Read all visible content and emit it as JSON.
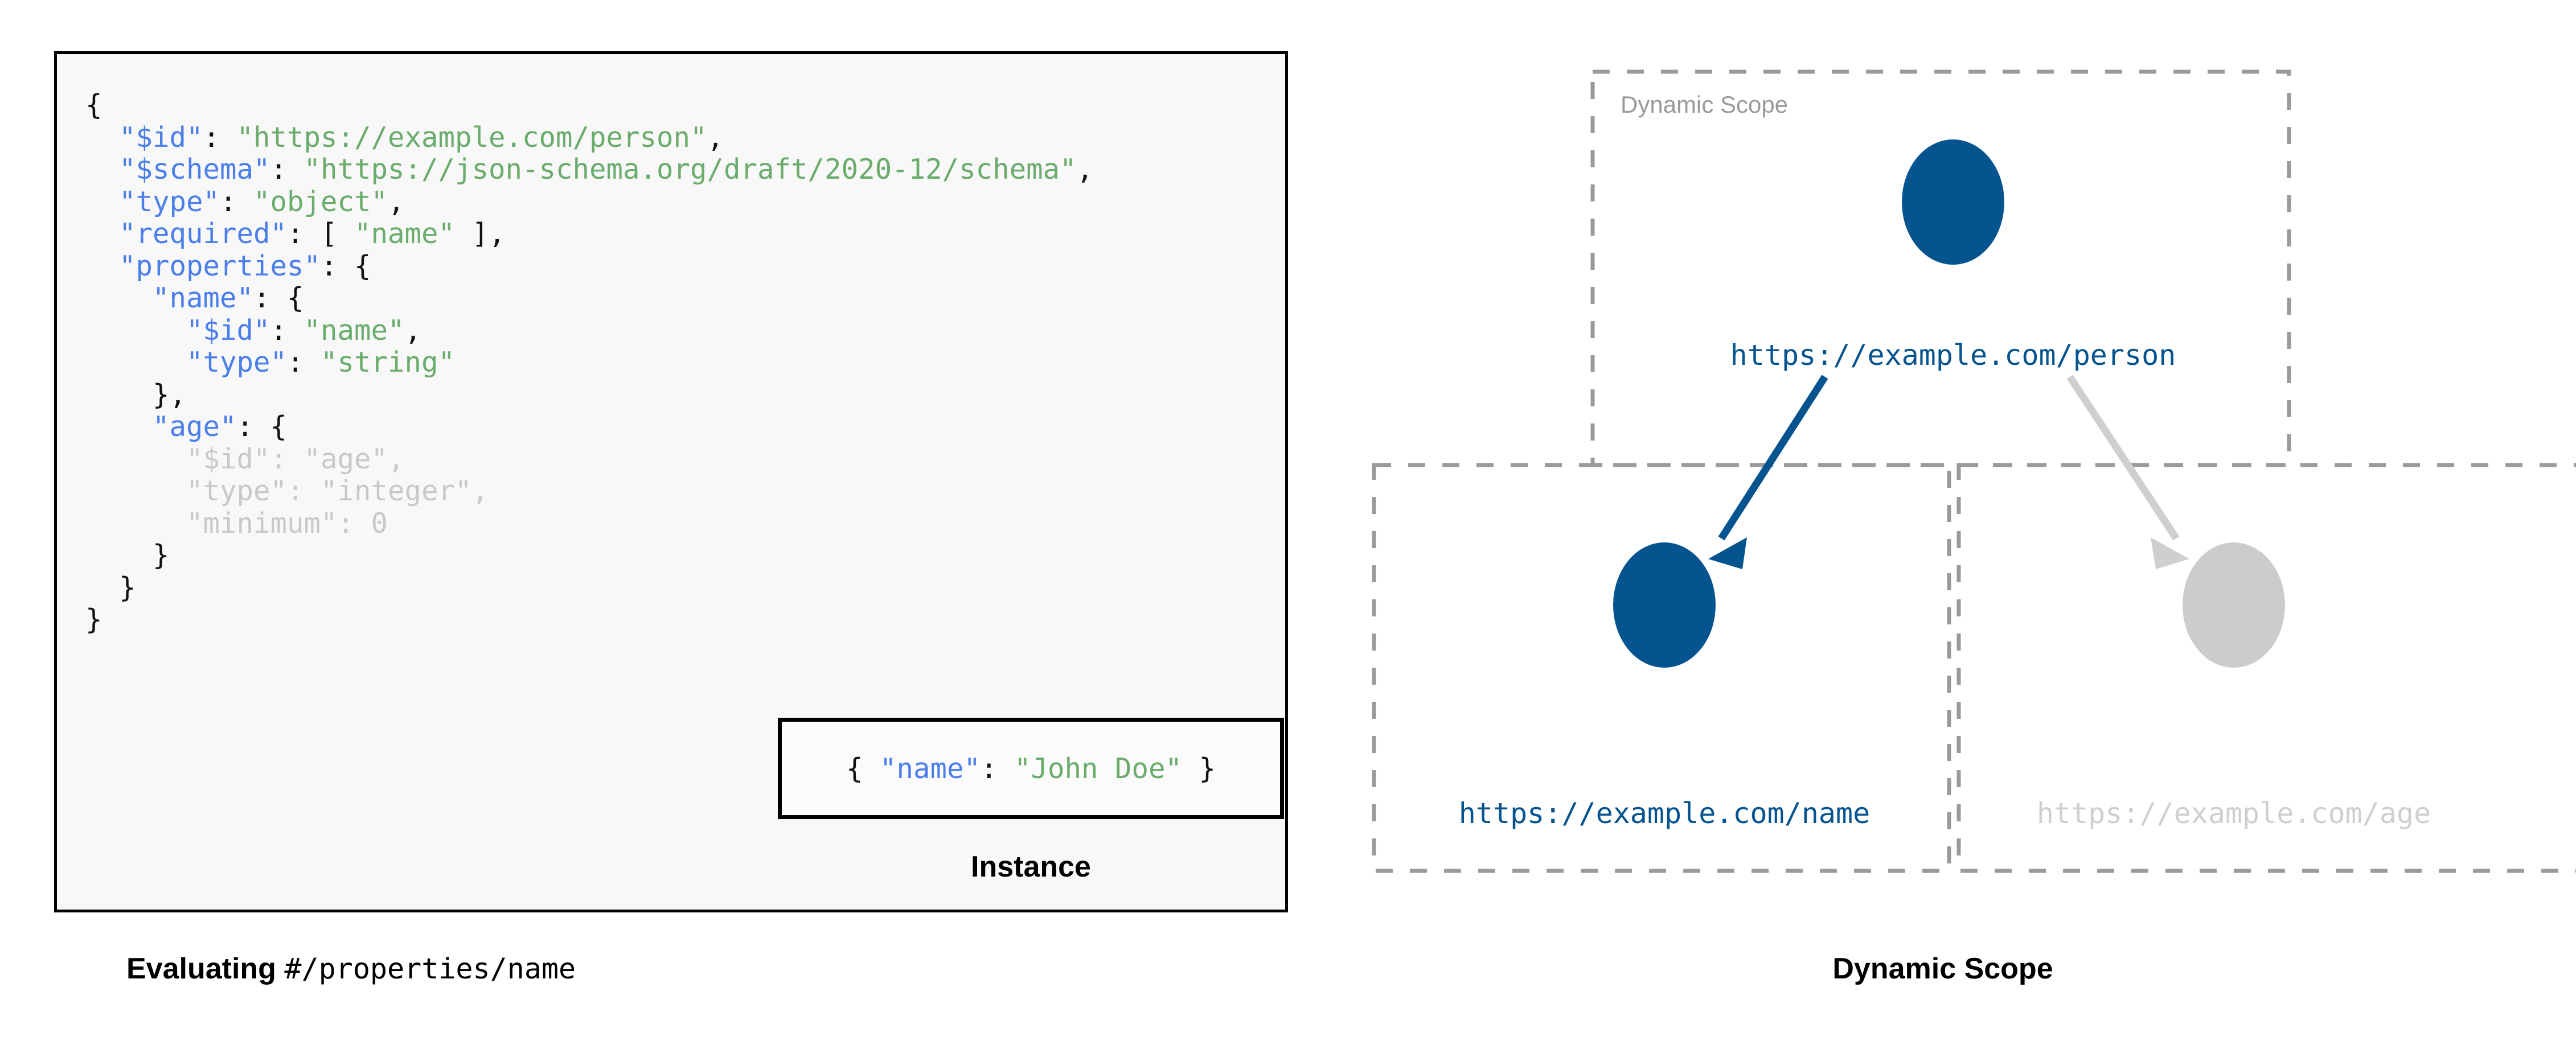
{
  "figure": {
    "left_caption_bold": "Evaluating",
    "left_caption_mono": "#/properties/name",
    "right_caption": "Dynamic Scope"
  },
  "schema_code": {
    "lines": [
      [
        {
          "t": "{",
          "c": "punct"
        }
      ],
      [
        {
          "t": "  ",
          "c": "punct"
        },
        {
          "t": "\"$id\"",
          "c": "key"
        },
        {
          "t": ": ",
          "c": "punct"
        },
        {
          "t": "\"https://example.com/person\"",
          "c": "str"
        },
        {
          "t": ",",
          "c": "punct"
        }
      ],
      [
        {
          "t": "  ",
          "c": "punct"
        },
        {
          "t": "\"$schema\"",
          "c": "key"
        },
        {
          "t": ": ",
          "c": "punct"
        },
        {
          "t": "\"https://json-schema.org/draft/2020-12/schema\"",
          "c": "str"
        },
        {
          "t": ",",
          "c": "punct"
        }
      ],
      [
        {
          "t": "  ",
          "c": "punct"
        },
        {
          "t": "\"type\"",
          "c": "key"
        },
        {
          "t": ": ",
          "c": "punct"
        },
        {
          "t": "\"object\"",
          "c": "str"
        },
        {
          "t": ",",
          "c": "punct"
        }
      ],
      [
        {
          "t": "  ",
          "c": "punct"
        },
        {
          "t": "\"required\"",
          "c": "key"
        },
        {
          "t": ": [ ",
          "c": "punct"
        },
        {
          "t": "\"name\"",
          "c": "str"
        },
        {
          "t": " ],",
          "c": "punct"
        }
      ],
      [
        {
          "t": "  ",
          "c": "punct"
        },
        {
          "t": "\"properties\"",
          "c": "key"
        },
        {
          "t": ": {",
          "c": "punct"
        }
      ],
      [
        {
          "t": "    ",
          "c": "punct"
        },
        {
          "t": "\"name\"",
          "c": "key"
        },
        {
          "t": ": {",
          "c": "punct"
        }
      ],
      [
        {
          "t": "      ",
          "c": "punct"
        },
        {
          "t": "\"$id\"",
          "c": "key"
        },
        {
          "t": ": ",
          "c": "punct"
        },
        {
          "t": "\"name\"",
          "c": "str"
        },
        {
          "t": ",",
          "c": "punct"
        }
      ],
      [
        {
          "t": "      ",
          "c": "punct"
        },
        {
          "t": "\"type\"",
          "c": "key"
        },
        {
          "t": ": ",
          "c": "punct"
        },
        {
          "t": "\"string\"",
          "c": "str"
        }
      ],
      [
        {
          "t": "    },",
          "c": "punct"
        }
      ],
      [
        {
          "t": "    ",
          "c": "punct"
        },
        {
          "t": "\"age\"",
          "c": "key"
        },
        {
          "t": ": {",
          "c": "punct"
        }
      ],
      [
        {
          "t": "      ",
          "c": "punct"
        },
        {
          "t": "\"$id\"",
          "c": "dim-key"
        },
        {
          "t": ": ",
          "c": "dim"
        },
        {
          "t": "\"age\"",
          "c": "dim-str"
        },
        {
          "t": ",",
          "c": "dim"
        }
      ],
      [
        {
          "t": "      ",
          "c": "punct"
        },
        {
          "t": "\"type\"",
          "c": "dim-key"
        },
        {
          "t": ": ",
          "c": "dim"
        },
        {
          "t": "\"integer\"",
          "c": "dim-str"
        },
        {
          "t": ",",
          "c": "dim"
        }
      ],
      [
        {
          "t": "      ",
          "c": "punct"
        },
        {
          "t": "\"minimum\"",
          "c": "dim-key"
        },
        {
          "t": ": ",
          "c": "dim"
        },
        {
          "t": "0",
          "c": "dim"
        }
      ],
      [
        {
          "t": "    }",
          "c": "punct"
        }
      ],
      [
        {
          "t": "  }",
          "c": "punct"
        }
      ],
      [
        {
          "t": "}",
          "c": "punct"
        }
      ]
    ]
  },
  "instance": {
    "caption": "Instance",
    "tokens": [
      {
        "t": "{ ",
        "c": "punct"
      },
      {
        "t": "\"name\"",
        "c": "key"
      },
      {
        "t": ": ",
        "c": "punct"
      },
      {
        "t": "\"John Doe\"",
        "c": "str"
      },
      {
        "t": " }",
        "c": "punct"
      }
    ]
  },
  "scope_diagram": {
    "scope_label": "Dynamic Scope",
    "nodes": [
      {
        "id": "person",
        "url": "https://example.com/person",
        "state": "active"
      },
      {
        "id": "name",
        "url": "https://example.com/name",
        "state": "active"
      },
      {
        "id": "age",
        "url": "https://example.com/age",
        "state": "muted"
      }
    ],
    "edges": [
      {
        "from": "person",
        "to": "name",
        "state": "active"
      },
      {
        "from": "person",
        "to": "age",
        "state": "muted"
      }
    ]
  },
  "colors": {
    "accent_blue": "#05548f",
    "muted_gray": "#cccccc",
    "dash_gray": "#9a9a9a",
    "key_blue": "#4a7ee8",
    "string_green": "#6aac6c",
    "dim_text": "#c9c9c9",
    "panel_bg": "#f8f8f8"
  }
}
